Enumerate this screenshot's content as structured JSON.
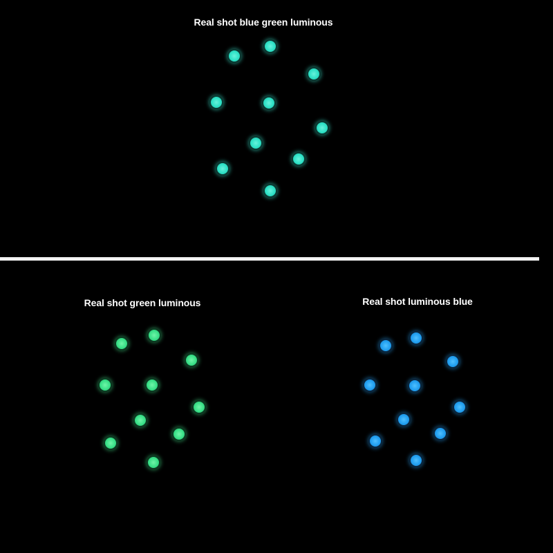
{
  "photos": {
    "top": {
      "caption": "Real shot blue green luminous",
      "glow_color": "#2fe1c6"
    },
    "left": {
      "caption": "Real shot green luminous",
      "glow_color": "#3be088"
    },
    "right": {
      "caption": "Real shot luminous blue",
      "glow_color": "#229ff0"
    }
  },
  "colors": {
    "background": "#000000",
    "divider": "#f2f2f2",
    "caption_text": "#ffffff"
  }
}
